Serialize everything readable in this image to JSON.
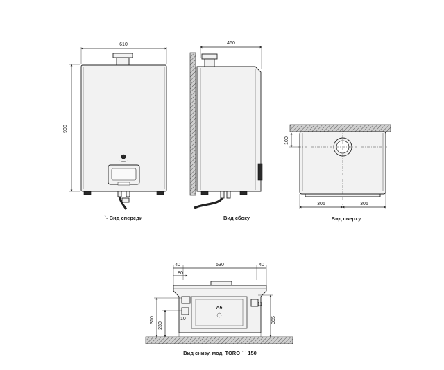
{
  "front_view": {
    "width_dim": "610",
    "height_dim": "900",
    "caption": "`- Вид спереди"
  },
  "side_view": {
    "depth_dim": "460",
    "caption": "Вид сбоку"
  },
  "top_view": {
    "offset_dim": "100",
    "left_dim": "305",
    "right_dim": "305",
    "caption": "Вид сверху"
  },
  "bottom_view": {
    "dim_left": "40",
    "dim_mid": "530",
    "dim_right": "40",
    "dim_inner": "80",
    "dim_310": "310",
    "dim_230": "230",
    "dim_355": "355",
    "label_a6": "A6",
    "label_11": "11",
    "label_10": "10",
    "caption": "Вид снизу, мод. TORO ` `  150"
  }
}
